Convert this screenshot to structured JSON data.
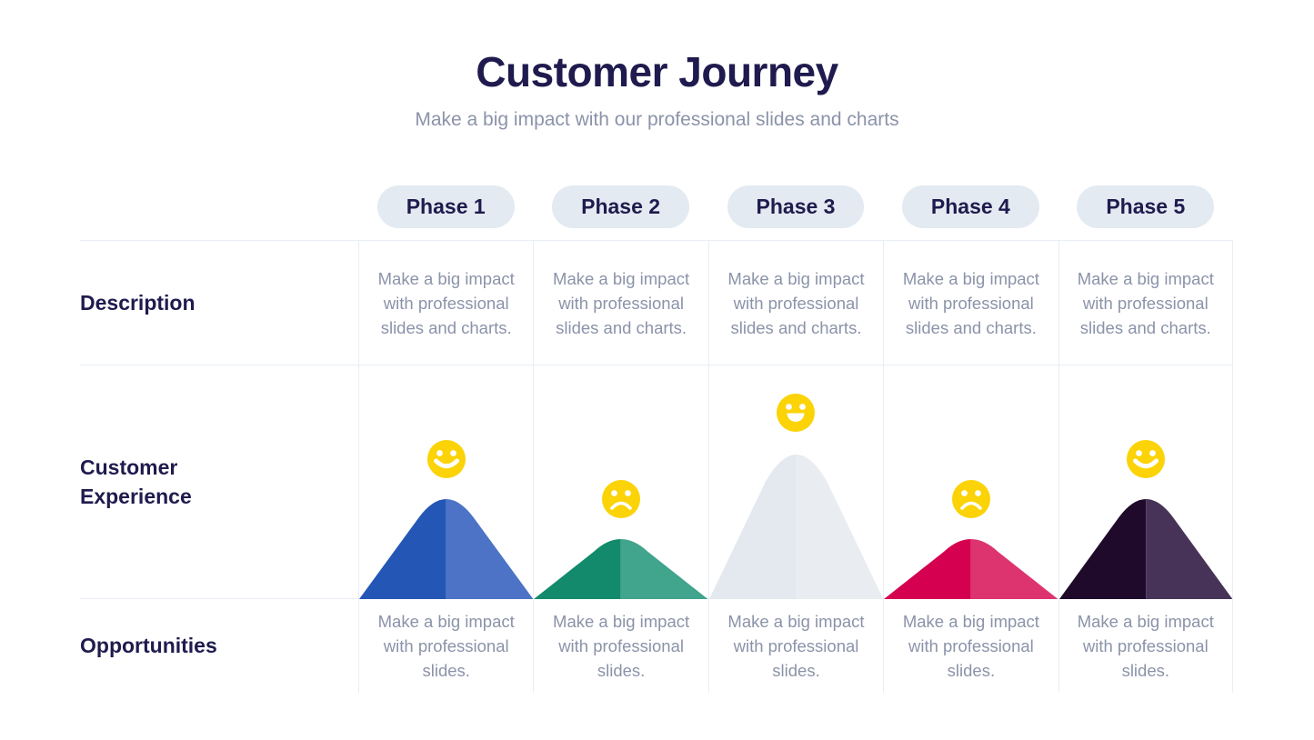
{
  "header": {
    "title": "Customer Journey",
    "subtitle": "Make a big impact with our professional slides and charts"
  },
  "row_labels": {
    "description": "Description",
    "experience": "Customer Experience",
    "opportunities": "Opportunities"
  },
  "phases": [
    {
      "label": "Phase 1",
      "description": "Make a big impact with professional slides and charts.",
      "opportunity": "Make a big impact with professional slides.",
      "mood": "happy",
      "experience_level": "high",
      "mountain": {
        "left_color": "#2456b6",
        "right_color": "#4c73c6",
        "height": 112
      }
    },
    {
      "label": "Phase 2",
      "description": "Make a big impact with professional slides and charts.",
      "opportunity": "Make a big impact with professional slides.",
      "mood": "sad",
      "experience_level": "low",
      "mountain": {
        "left_color": "#128a6b",
        "right_color": "#41a48c",
        "height": 68
      }
    },
    {
      "label": "Phase 3",
      "description": "Make a big impact with professional slides and charts.",
      "opportunity": "Make a big impact with professional slides.",
      "mood": "delighted",
      "experience_level": "peak",
      "mountain": {
        "left_color": "#e3e9ee",
        "right_color": "#e9edf1",
        "height": 163
      }
    },
    {
      "label": "Phase 4",
      "description": "Make a big impact with professional slides and charts.",
      "opportunity": "Make a big impact with professional slides.",
      "mood": "sad",
      "experience_level": "low",
      "mountain": {
        "left_color": "#d50050",
        "right_color": "#dd3470",
        "height": 68
      }
    },
    {
      "label": "Phase 5",
      "description": "Make a big impact with professional slides and charts.",
      "opportunity": "Make a big impact with professional slides.",
      "mood": "happy",
      "experience_level": "high",
      "mountain": {
        "left_color": "#1f0a2b",
        "right_color": "#473357",
        "height": 112
      }
    }
  ],
  "face": {
    "color": "#fbd306",
    "feature_color": "#ffffff"
  },
  "colors": {
    "title_text": "#1f1b4e",
    "body_text": "#8b93a9",
    "pill_background": "#e3eaf1",
    "grid_border": "#e9eef4"
  }
}
